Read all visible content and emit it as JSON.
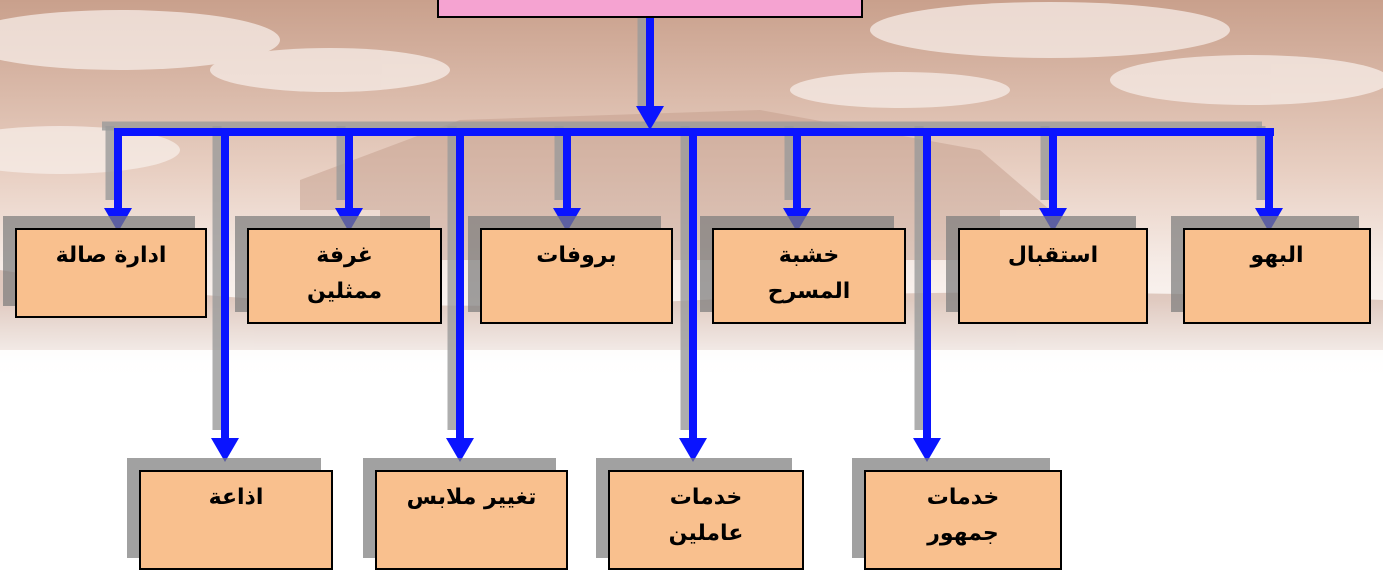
{
  "colors": {
    "box_fill": "#f9c08e",
    "top_box_fill": "#f5a3d1",
    "connector": "#0a14ff",
    "shadow": "#808080"
  },
  "top_box": {
    "label": ""
  },
  "row1": [
    {
      "key": "hall",
      "lines": [
        "ادارة صالة"
      ]
    },
    {
      "key": "actors",
      "lines": [
        "غرفة",
        "ممثلين"
      ]
    },
    {
      "key": "rehearsals",
      "lines": [
        "بروفات"
      ]
    },
    {
      "key": "stage",
      "lines": [
        "خشبة",
        "المسرح"
      ]
    },
    {
      "key": "reception",
      "lines": [
        "استقبال"
      ]
    },
    {
      "key": "lobby",
      "lines": [
        "البهو"
      ]
    }
  ],
  "row2": [
    {
      "key": "broadcast",
      "lines": [
        "اذاعة"
      ]
    },
    {
      "key": "dressing",
      "lines": [
        "تغيير ملابس"
      ]
    },
    {
      "key": "staff",
      "lines": [
        "خدمات",
        "عاملين"
      ]
    },
    {
      "key": "public",
      "lines": [
        "خدمات",
        "جمهور"
      ]
    }
  ]
}
